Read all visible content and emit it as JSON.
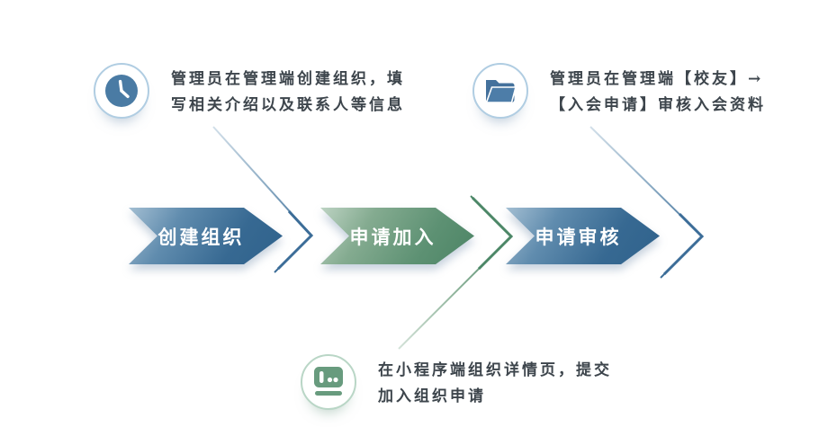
{
  "diagram": {
    "steps": [
      {
        "label": "创建组织",
        "theme": "blue"
      },
      {
        "label": "申请加入",
        "theme": "green"
      },
      {
        "label": "申请审核",
        "theme": "blue"
      }
    ],
    "notes": [
      {
        "icon": "clock-icon",
        "lines": [
          "管理员在管理端创建组织，填",
          "写相关介绍以及联系人等信息"
        ]
      },
      {
        "icon": "folder-open-icon",
        "lines": [
          "管理员在管理端【校友】→",
          "【入会申请】审核入会资料"
        ]
      },
      {
        "icon": "chart-board-icon",
        "lines": [
          "在小程序端组织详情页，提交",
          "加入组织申请"
        ]
      }
    ],
    "colors": {
      "step_blue_dark": "#2f628c",
      "step_blue_light": "#a3bed2",
      "step_green_dark": "#4c8465",
      "step_green_light": "#bdd3c3",
      "chevron_blue": "#3c6d98",
      "chevron_green": "#4c8767",
      "note_text": "#3d454c",
      "icon_blue": "#4a7ba4",
      "icon_green": "#689b7e"
    }
  }
}
